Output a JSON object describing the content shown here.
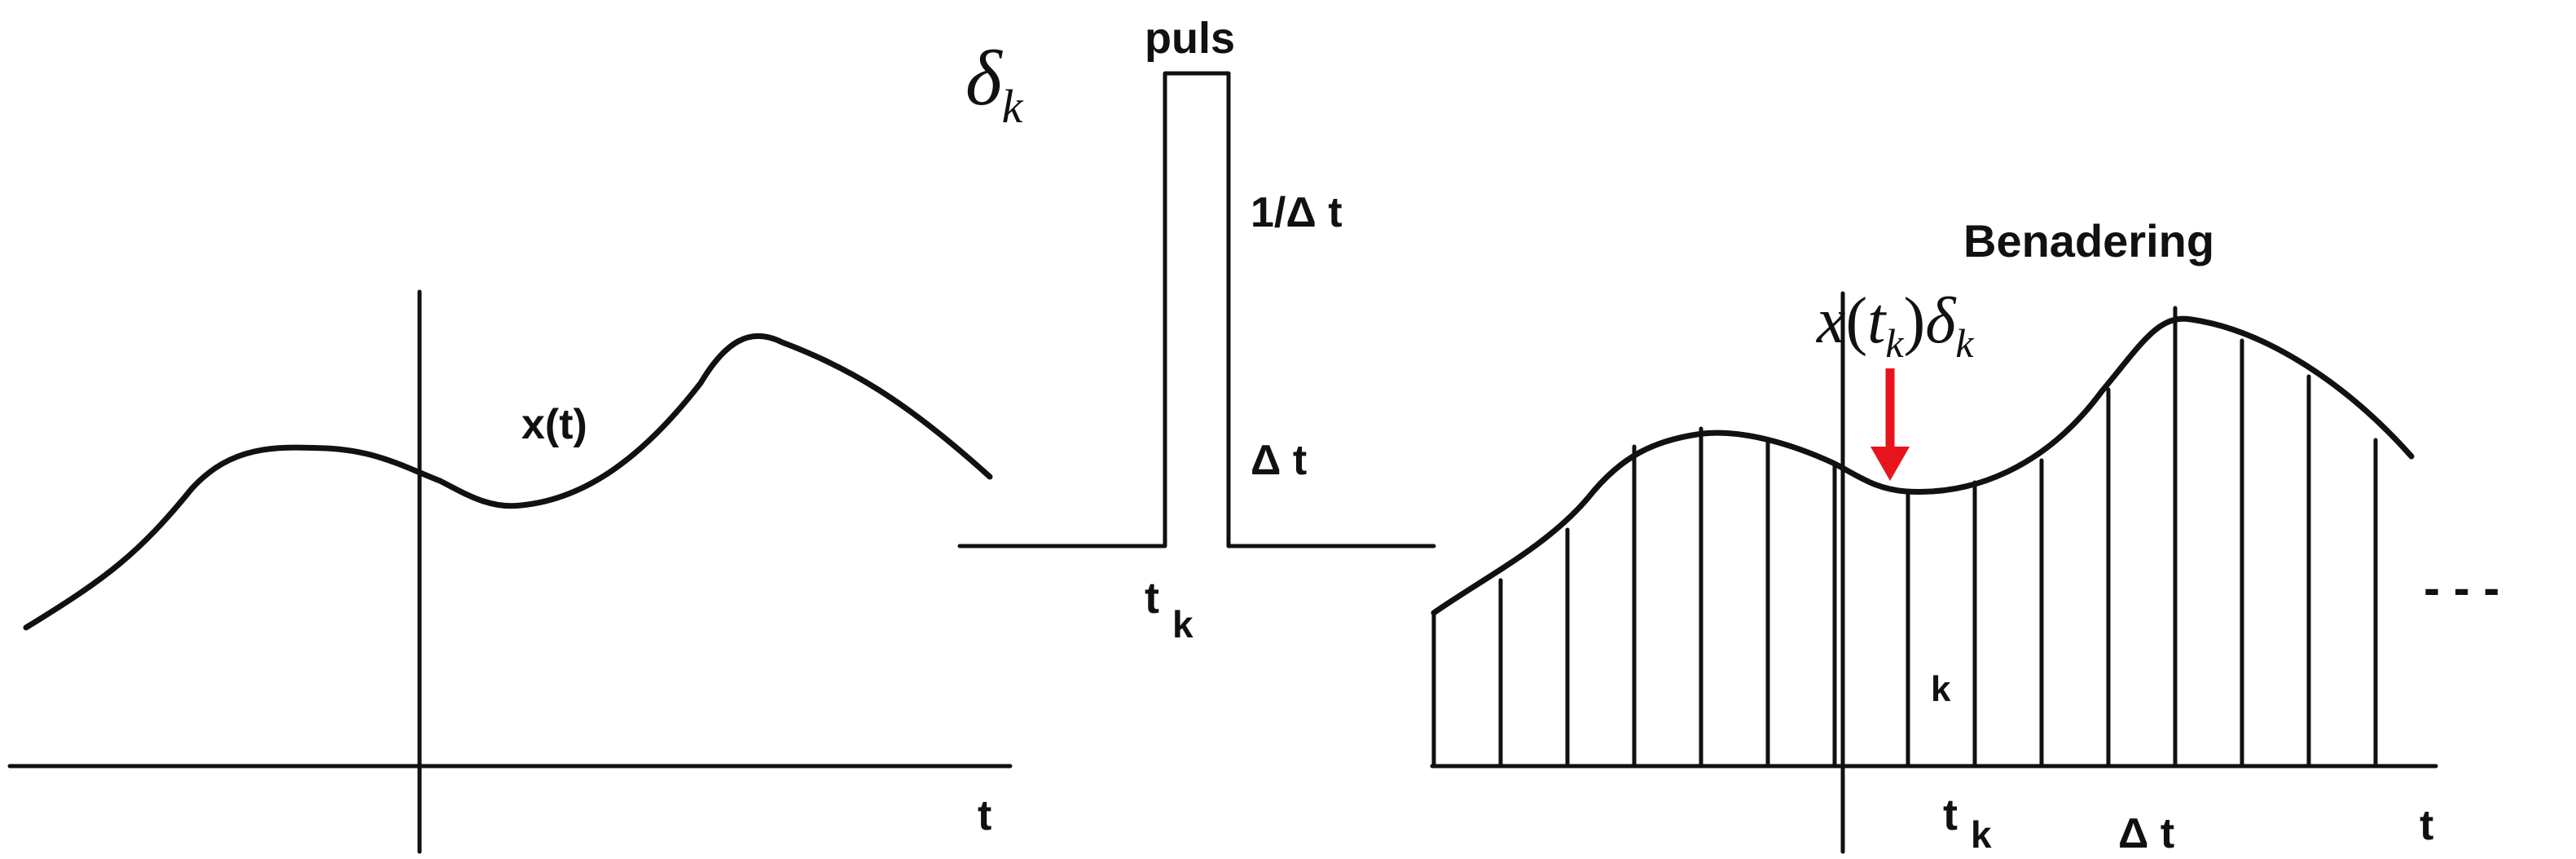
{
  "left_panel": {
    "function_label": "x(t)",
    "axis_label": "t"
  },
  "pulse_panel": {
    "symbol": "δ",
    "symbol_subscript": "k",
    "title": "puls",
    "height_label": "1/Δ t",
    "width_label": "Δ t",
    "position_label": "t",
    "position_subscript": "k"
  },
  "right_panel": {
    "title": "Benadering",
    "formula": {
      "x": "x",
      "open": "(",
      "t": "t",
      "t_sub": "k",
      "close": ")",
      "delta": "δ",
      "delta_sub": "k"
    },
    "strip_label": "k",
    "axis_tick_label": "t",
    "axis_tick_subscript": "k",
    "step_label": "Δ t",
    "axis_label": "t",
    "continuation": "- - -"
  },
  "colors": {
    "line": "#111111",
    "arrow": "#e8141b",
    "background": "#ffffff"
  }
}
